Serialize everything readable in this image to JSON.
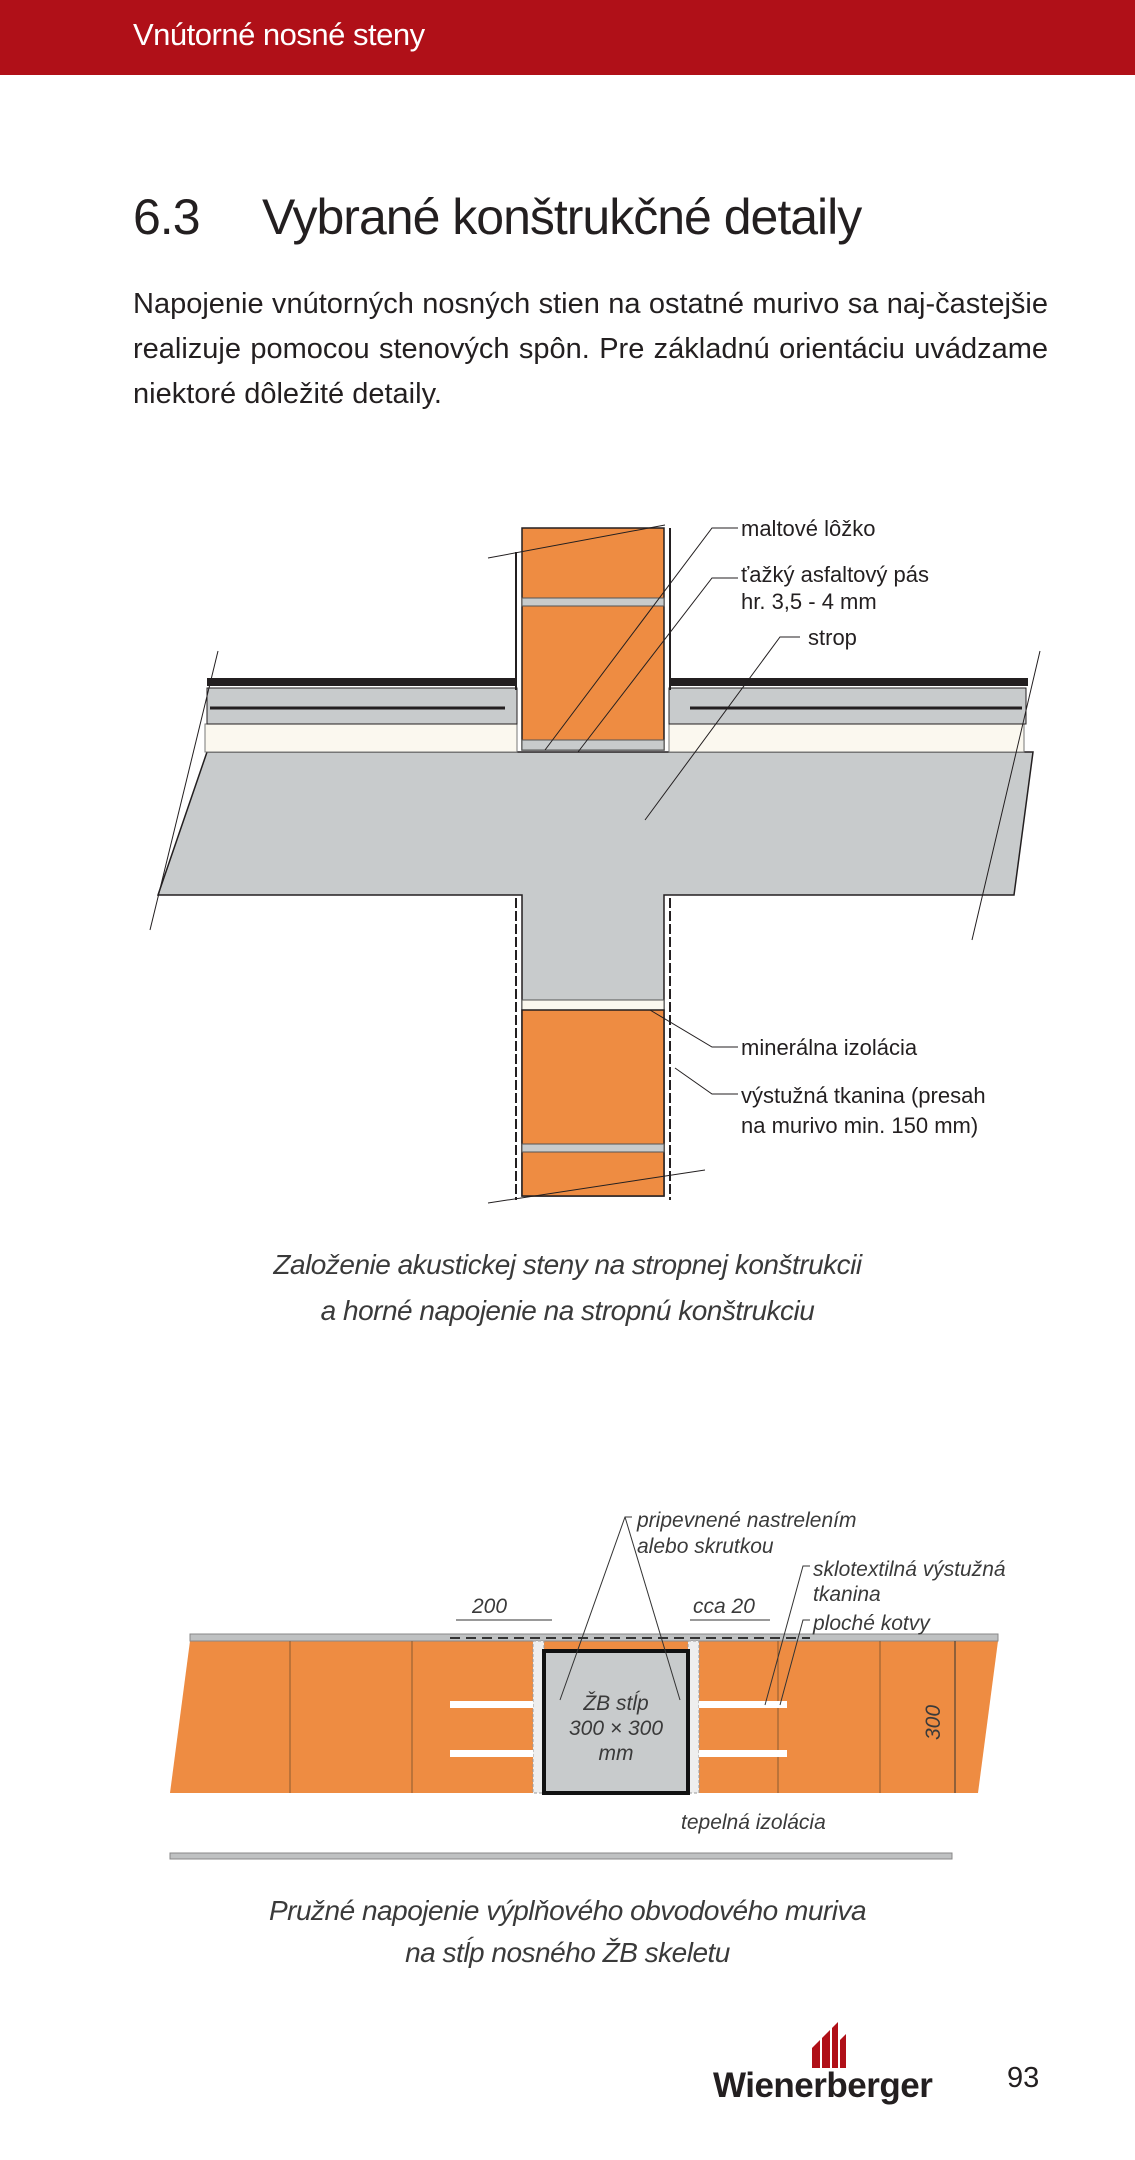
{
  "header": {
    "title": "Vnútorné nosné steny"
  },
  "section": {
    "number": "6.3",
    "title": "Vybrané konštrukčné detaily"
  },
  "intro": "Napojenie vnútorných nosných stien na ostatné murivo sa naj-časteјšie realizuje pomocou stenových spôn. Pre základnú orientáciu uvádzame niektoré dôležité detaily.",
  "figure1": {
    "labels": {
      "mortar_bed": "maltové lôžko",
      "asphalt_strip_1": "ťažký asfaltový pás",
      "asphalt_strip_2": "hr. 3,5 - 4 mm",
      "ceiling": "strop",
      "mineral_insulation": "minerálna izolácia",
      "mesh_1": "výstužná tkanina (presah",
      "mesh_2": "na murivo min. 150 mm)"
    },
    "caption_1": "Založenie akustickej steny na stropnej konštrukcii",
    "caption_2": "a horné napojenie na stropnú konštrukciu"
  },
  "figure2": {
    "labels": {
      "fixed_1": "pripevnené nastrelením",
      "fixed_2": "alebo skrutkou",
      "glass_mesh_1": "sklotextilná výstužná",
      "glass_mesh_2": "tkanina",
      "flat_anchors": "ploché kotvy",
      "dim_200": "200",
      "dim_cca20": "cca 20",
      "dim_300": "300",
      "column_1": "ŽB stĺp",
      "column_2": "300 × 300",
      "column_3": "mm",
      "thermal_insulation": "tepelná izolácia"
    },
    "caption_1": "Pružné napojenie výplňového obvodového muriva",
    "caption_2": "na stĺp nosného ŽB skeletu"
  },
  "footer": {
    "brand": "Wienerberger",
    "page_number": "93"
  },
  "colors": {
    "brand_red": "#b01018",
    "brick": "#ee8c42",
    "concrete": "#c8cbcc"
  }
}
